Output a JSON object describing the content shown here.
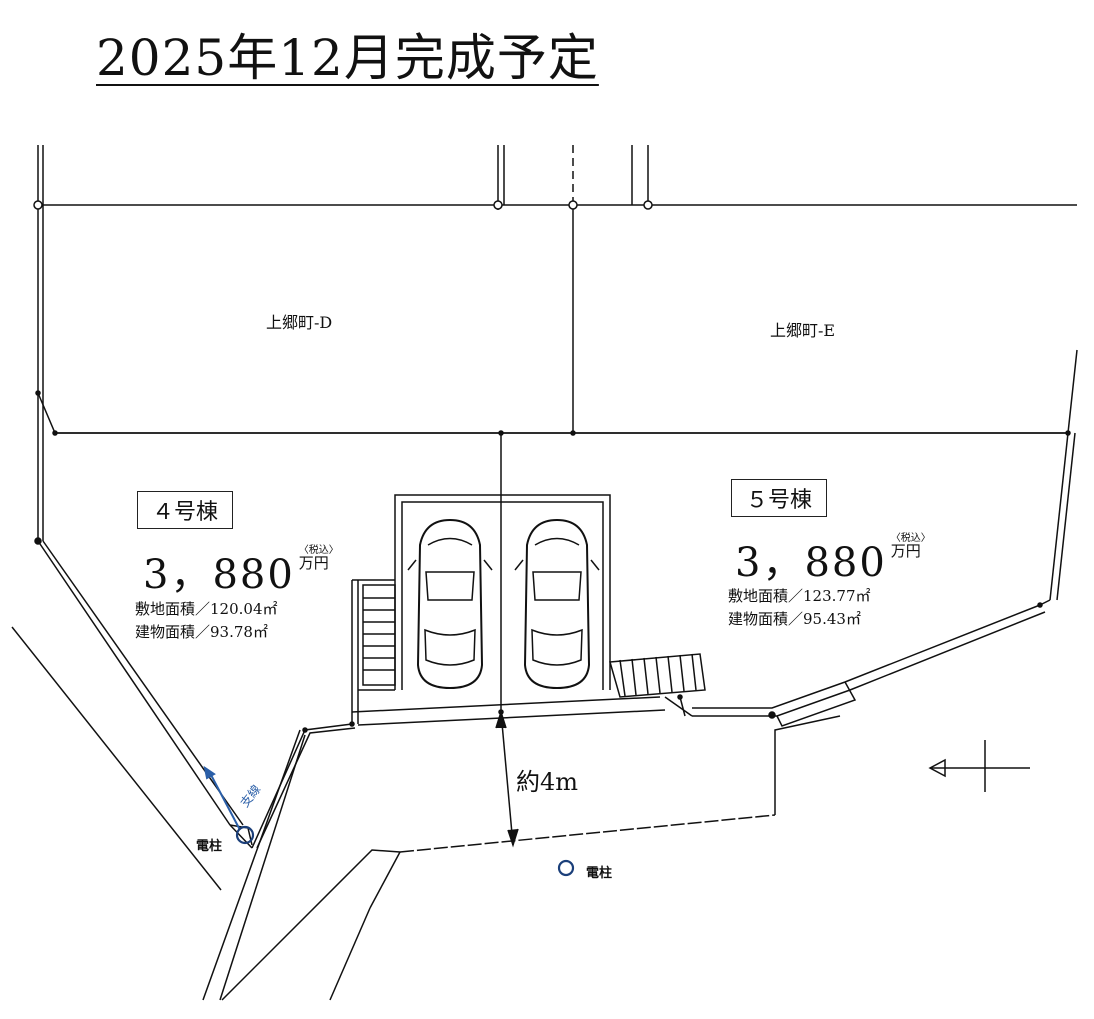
{
  "title": "2025年12月完成予定",
  "lots": {
    "d_name": "上郷町-D",
    "e_name": "上郷町-E"
  },
  "house4": {
    "label": "４号棟",
    "price": "3，880",
    "tax_note": "〈税込〉",
    "unit": "万円",
    "site_area": "敷地面積／120.04㎡",
    "building_area": "建物面積／93.78㎡"
  },
  "house5": {
    "label": "５号棟",
    "price": "3，880",
    "tax_note": "〈税込〉",
    "unit": "万円",
    "site_area": "敷地面積／123.77㎡",
    "building_area": "建物面積／95.43㎡"
  },
  "road_width": "約4m",
  "pole_label": "電柱",
  "stay_wire_label": "支線",
  "colors": {
    "line": "#111111",
    "stay_wire": "#2b5fa8"
  }
}
